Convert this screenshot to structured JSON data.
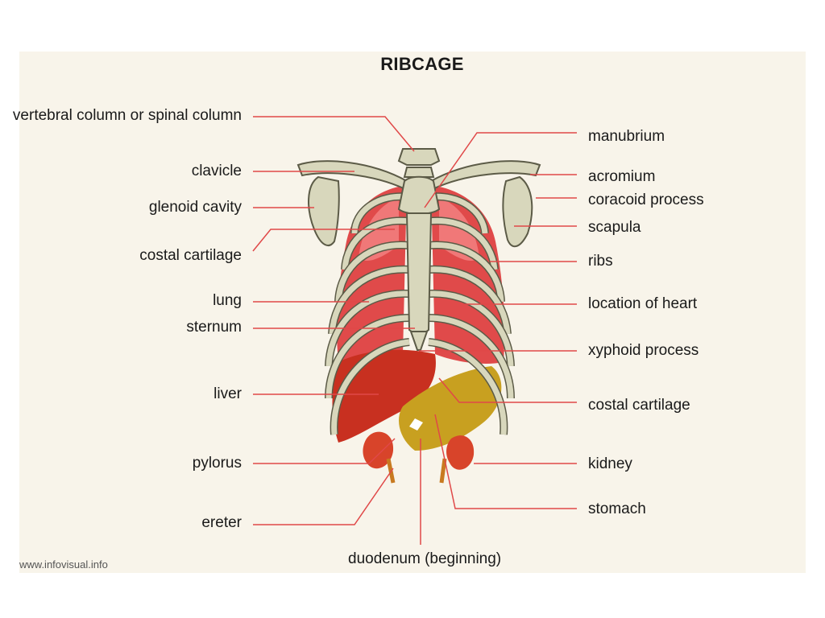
{
  "title": "RIBCAGE",
  "credit": "www.infovisual.info",
  "labels_left": [
    "vertebral column or spinal column",
    "clavicle",
    "glenoid cavity",
    "costal cartilage",
    "lung",
    "sternum",
    "liver",
    "pylorus",
    "ereter"
  ],
  "labels_right": [
    "manubrium",
    "acromium",
    "coracoid process",
    "scapula",
    "ribs",
    "location of heart",
    "xyphoid process",
    "costal cartilage",
    "kidney",
    "stomach"
  ],
  "label_bottom": "duodenum (beginning)",
  "colors": {
    "leader_line": "#e04848",
    "bone": "#d8d7bc",
    "bone_outline": "#5c5b47",
    "lung": "#e04a4a",
    "lung_light": "#f07070",
    "liver": "#c83020",
    "stomach": "#c8a020",
    "background": "#f8f4ea"
  }
}
